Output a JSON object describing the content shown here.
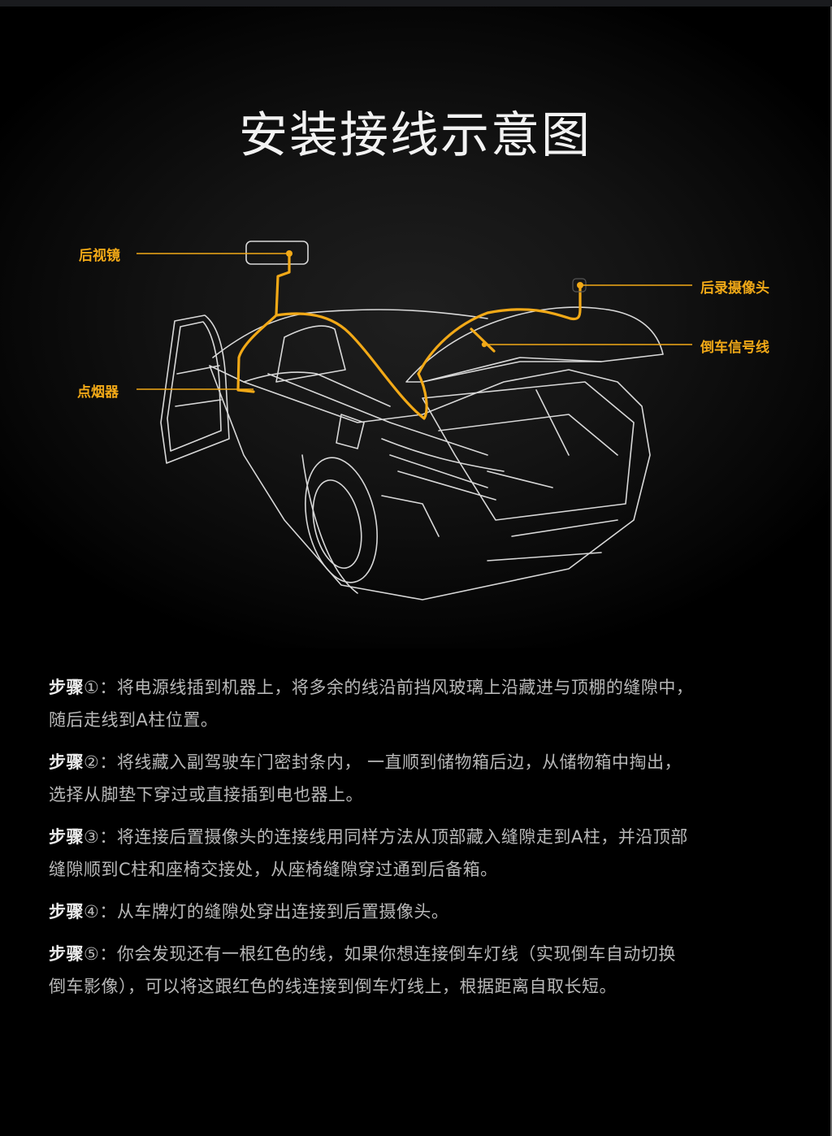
{
  "title": "安装接线示意图",
  "colors": {
    "accent": "#f2a917",
    "background": "#000000",
    "outline": "#d8d8d8",
    "body_text": "#b8b8b8"
  },
  "diagram": {
    "labels": {
      "rearview_mirror": "后视镜",
      "cigarette_lighter": "点烟器",
      "rear_camera": "后录摄像头",
      "reverse_signal": "倒车信号线"
    }
  },
  "steps": [
    {
      "label": "步骤",
      "num": "①",
      "lines": [
        "：将电源线插到机器上，将多余的线沿前挡风玻璃上沿藏进与顶棚的缝隙中，",
        "随后走线到A柱位置。"
      ]
    },
    {
      "label": "步骤",
      "num": "②",
      "lines": [
        "：将线藏入副驾驶车门密封条内， 一直顺到储物箱后边，从储物箱中掏出，",
        "选择从脚垫下穿过或直接插到电也器上。"
      ]
    },
    {
      "label": "步骤",
      "num": "③",
      "lines": [
        "：将连接后置摄像头的连接线用同样方法从顶部藏入缝隙走到A柱，并沿顶部",
        "缝隙顺到C柱和座椅交接处，从座椅缝隙穿过通到后备箱。"
      ]
    },
    {
      "label": "步骤",
      "num": "④",
      "lines": [
        "：从车牌灯的缝隙处穿出连接到后置摄像头。"
      ]
    },
    {
      "label": "步骤",
      "num": "⑤",
      "lines": [
        "：你会发现还有一根红色的线，如果你想连接倒车灯线（实现倒车自动切换",
        "倒车影像），可以将这跟红色的线连接到倒车灯线上，根据距离自取长短。"
      ]
    }
  ]
}
